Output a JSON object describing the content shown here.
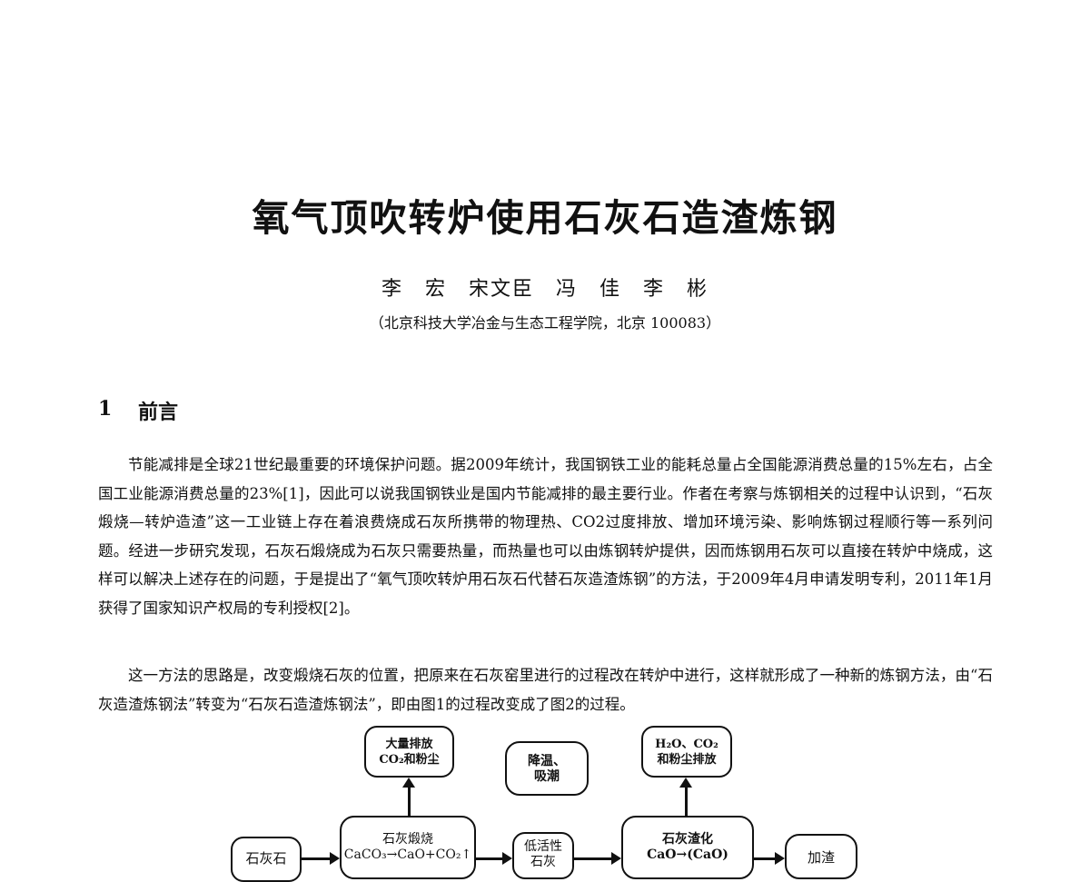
{
  "paper": {
    "title": "氧气顶吹转炉使用石灰石造渣炼钢",
    "authors": "李　宏　宋文臣　冯　佳　李　彬",
    "affiliation": "（北京科技大学冶金与生态工程学院，北京 100083）",
    "section": {
      "number": "1",
      "title": "前言"
    },
    "paragraphs": [
      "节能减排是全球21世纪最重要的环境保护问题。据2009年统计，我国钢铁工业的能耗总量占全国能源消费总量的15%左右，占全国工业能源消费总量的23%[1]，因此可以说我国钢铁业是国内节能减排的最主要行业。作者在考察与炼钢相关的过程中认识到，“石灰煅烧—转炉造渣”这一工业链上存在着浪费烧成石灰所携带的物理热、CO2过度排放、增加环境污染、影响炼钢过程顺行等一系列问题。经进一步研究发现，石灰石煅烧成为石灰只需要热量，而热量也可以由炼钢转炉提供，因而炼钢用石灰可以直接在转炉中烧成，这样可以解决上述存在的问题，于是提出了“氧气顶吹转炉用石灰石代替石灰造渣炼钢”的方法，于2009年4月申请发明专利，2011年1月获得了国家知识产权局的专利授权[2]。",
      "这一方法的思路是，改变煅烧石灰的位置，把原来在石灰窑里进行的过程改在转炉中进行，这样就形成了一种新的炼钢方法，由“石灰造渣炼钢法”转变为“石灰石造渣炼钢法”，即由图1的过程改变成了图2的过程。"
    ]
  },
  "figure": {
    "emission_box": "大量排放\nCO₂和粉尘",
    "cooling_box": "降温、\n吸潮",
    "slag_emission_box": "H₂O、CO₂\n和粉尘排放",
    "limestone_box": "石灰石",
    "calcination_box": "石灰煅烧\nCaCO₃→CaO+CO₂↑",
    "low_activity_box": "低活性\n石灰",
    "slagging_box": "石灰渣化\nCaO→(CaO)",
    "add_slag_box": "加渣"
  }
}
